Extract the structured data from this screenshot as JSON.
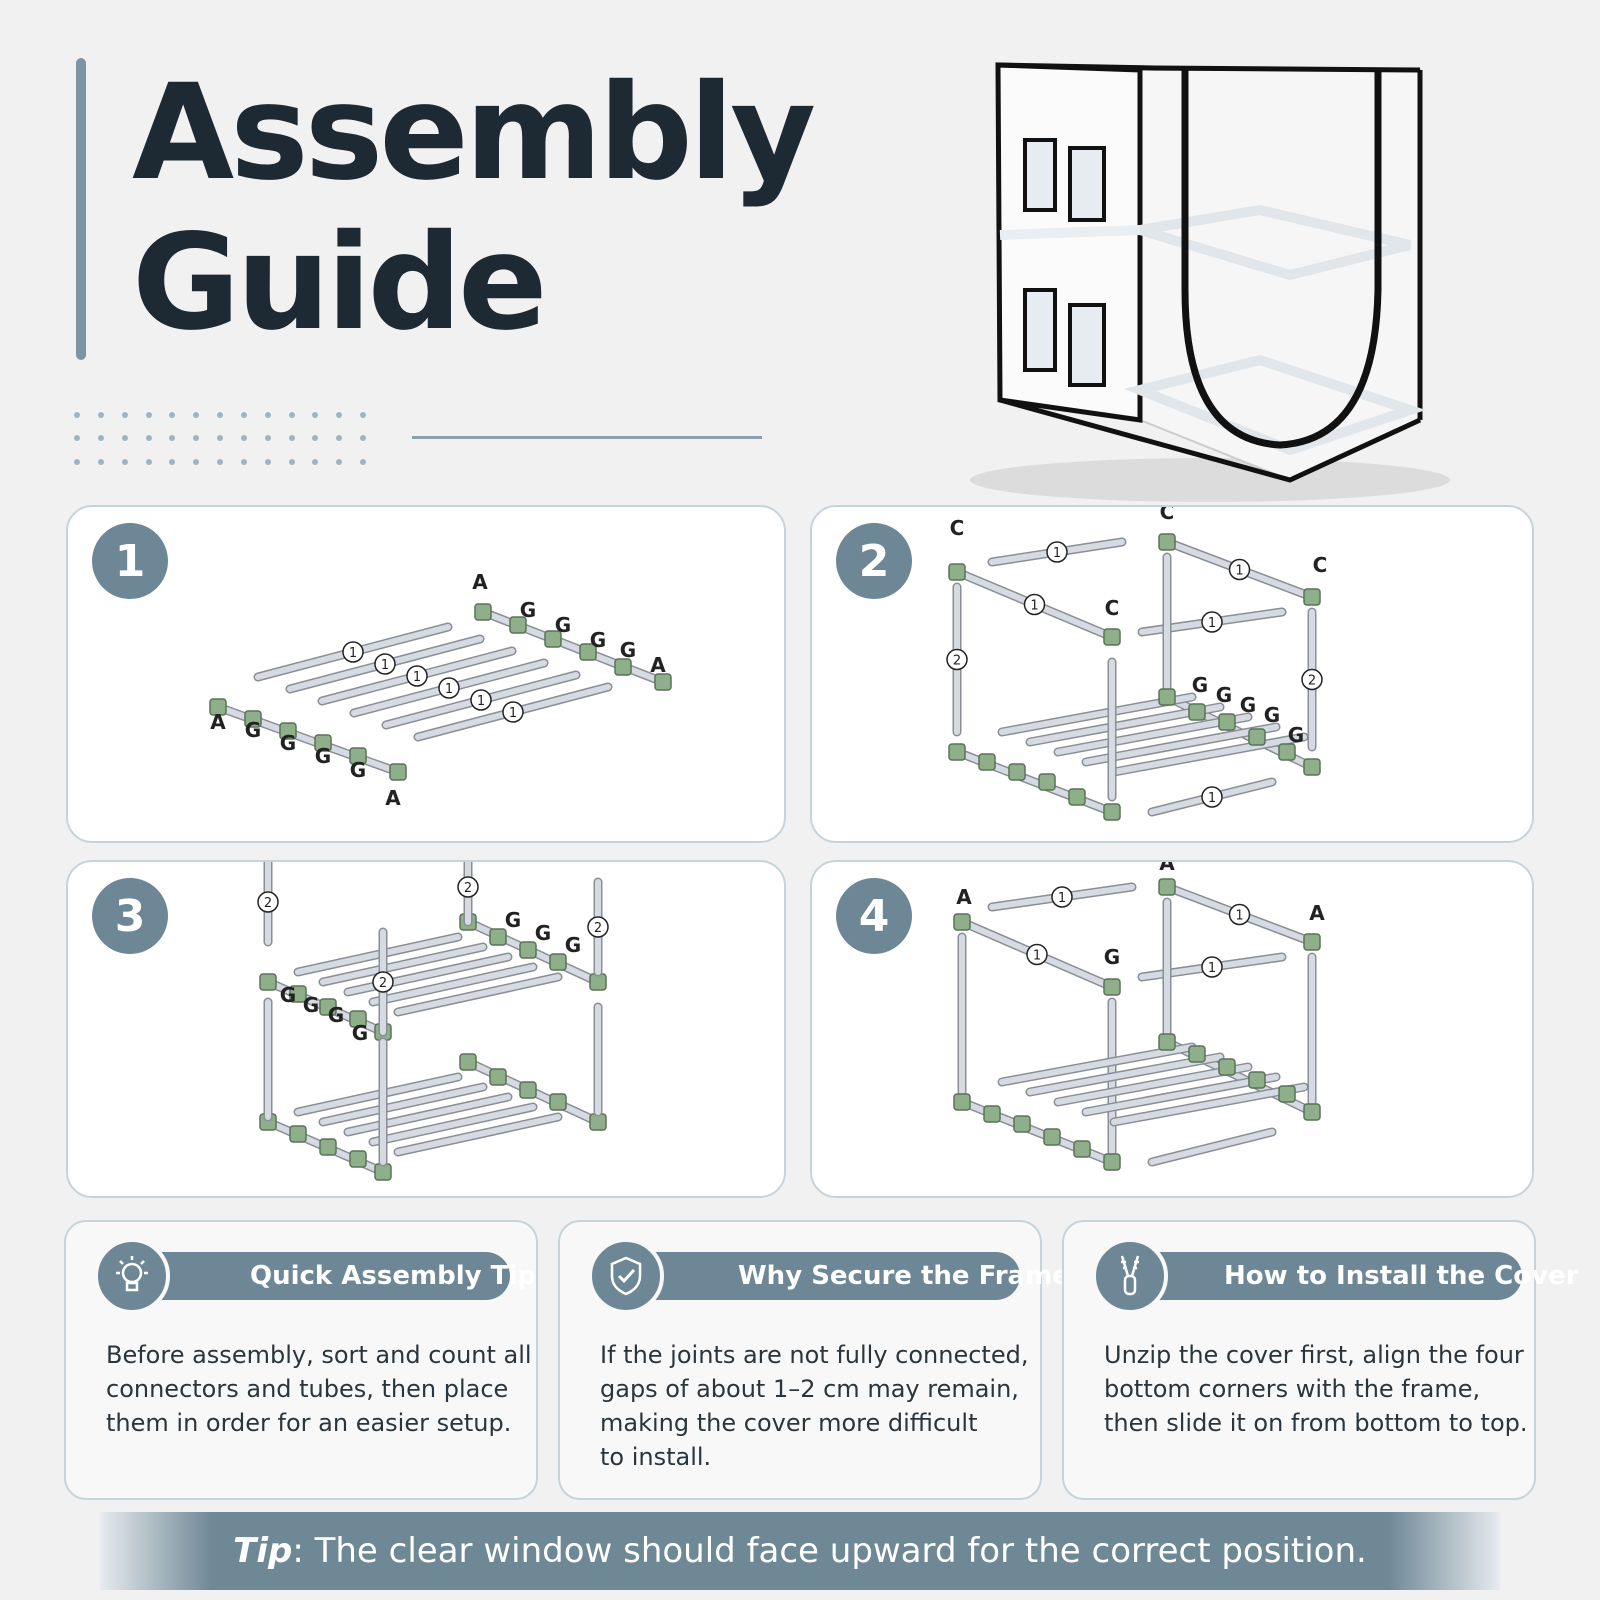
{
  "header": {
    "title_line1": "Assembly",
    "title_line2": "Guide"
  },
  "product_image": {
    "name": "mesh-grow-tent-cube",
    "zipper_color": "#111111"
  },
  "steps": [
    {
      "number": "1",
      "labels": [
        "A",
        "G",
        "G",
        "G",
        "G",
        "A",
        "A",
        "G",
        "G",
        "G",
        "G",
        "A"
      ],
      "tube_label": "1"
    },
    {
      "number": "2",
      "labels": [
        "C",
        "C",
        "C",
        "C",
        "G",
        "G",
        "G",
        "G",
        "G"
      ],
      "tube_labels": [
        "1",
        "2"
      ]
    },
    {
      "number": "3",
      "labels": [
        "G",
        "G",
        "G",
        "G",
        "G",
        "G",
        "G"
      ],
      "tube_label": "2"
    },
    {
      "number": "4",
      "labels": [
        "A",
        "A",
        "A",
        "G"
      ],
      "tube_label": "1"
    }
  ],
  "tips": [
    {
      "icon": "lightbulb-icon",
      "title": "Quick Assembly Tip",
      "lines": [
        "Before assembly, sort and count all",
        "connectors and tubes, then place",
        "them in order for an easier setup."
      ]
    },
    {
      "icon": "shield-check-icon",
      "title": "Why Secure the Frame",
      "lines": [
        "If the joints are not fully connected,",
        "gaps of about 1–2 cm may remain,",
        "making the cover more difficult",
        "to install."
      ]
    },
    {
      "icon": "zipper-icon",
      "title": "How to Install the Cover",
      "lines": [
        "Unzip the cover first, align the four",
        "bottom corners with the frame,",
        "then slide it on from bottom to top."
      ]
    }
  ],
  "footer": {
    "tip_label": "Tip",
    "tip_text": ": The clear window should face upward for the correct position."
  },
  "colors": {
    "accent": "#6e8796",
    "connector_green": "#8fae8a",
    "tube": "#d6dbe3",
    "title": "#1d2a33"
  }
}
